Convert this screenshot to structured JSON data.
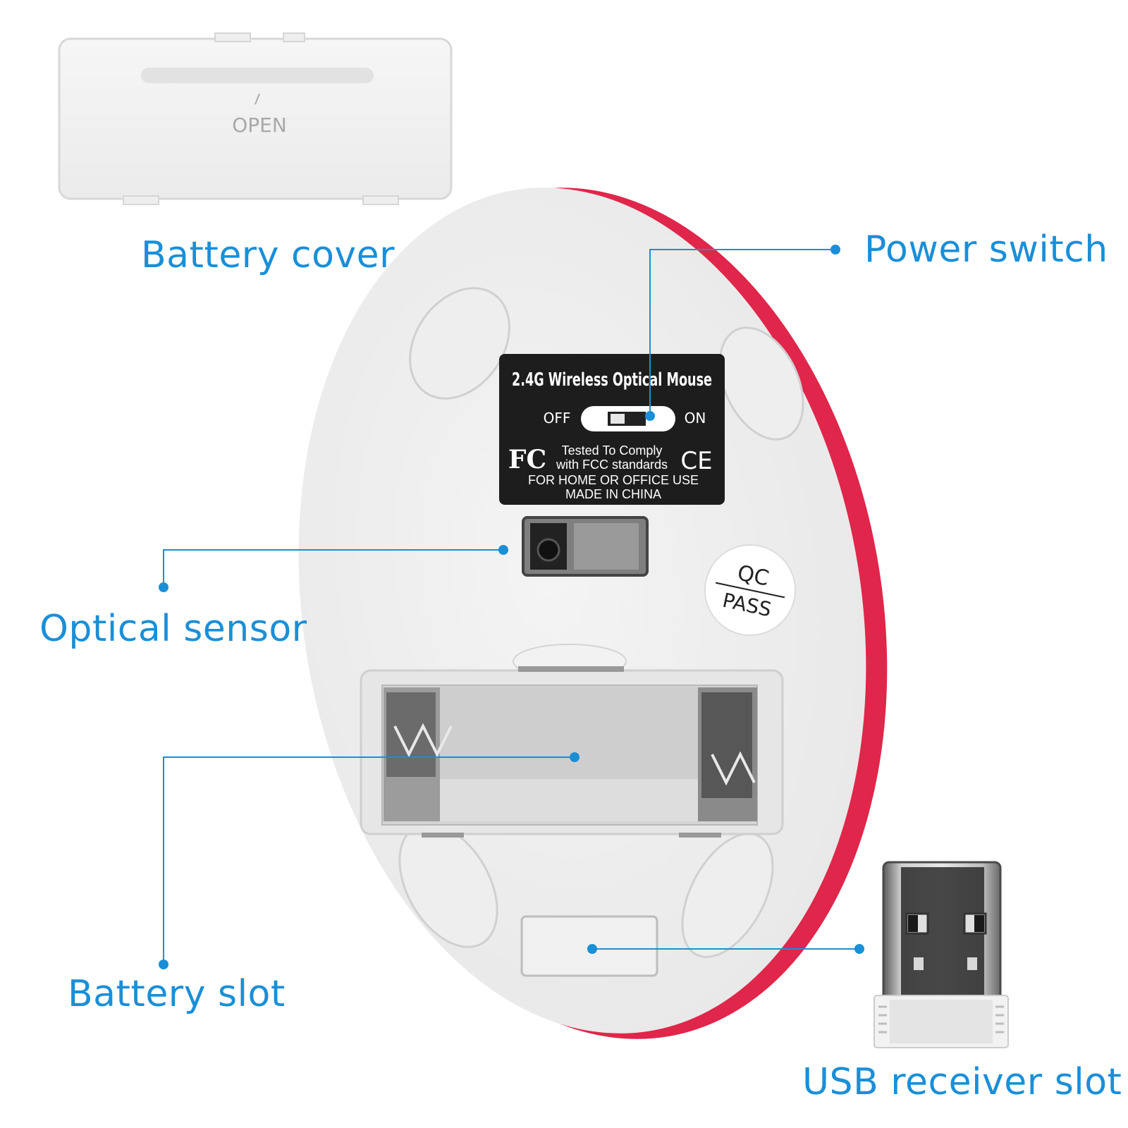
{
  "labels": {
    "battery_cover": "Battery cover",
    "power_switch": "Power switch",
    "optical_sensor": "Optical sensor",
    "battery_slot": "Battery slot",
    "usb_receiver_slot": "USB receiver slot"
  },
  "battery_cover_text": "OPEN",
  "product_label": {
    "title": "2.4G Wireless Optical Mouse",
    "off": "OFF",
    "on": "ON",
    "fcc_logo": "FC",
    "tested_line1": "Tested To Comply",
    "tested_line2": "with FCC standards",
    "ce_mark": "CE",
    "use_line": "FOR HOME OR OFFICE USE",
    "origin_line": "MADE IN CHINA"
  },
  "qc_sticker": {
    "top": "QC",
    "bottom": "PASS"
  },
  "colors": {
    "accent": "#1a8fd8",
    "mouse_body": "#ececec",
    "mouse_rim": "#e0264a",
    "label_bg": "#1d1d1d"
  }
}
